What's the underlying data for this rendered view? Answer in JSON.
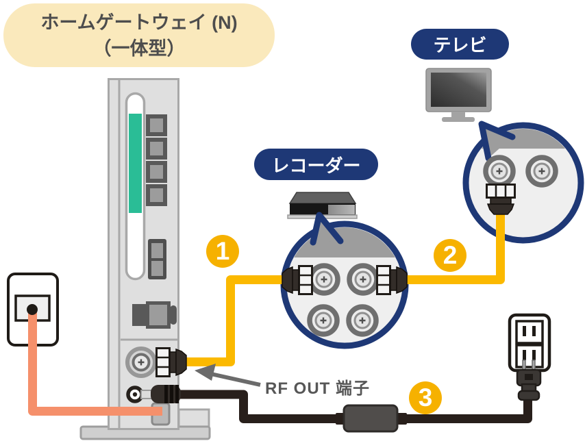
{
  "diagram": {
    "gateway_label": {
      "line1": "ホームゲートウェイ (N)",
      "line2": "（一体型）"
    },
    "tv_label": "テレビ",
    "recorder_label": "レコーダー",
    "rf_out_label": "RF OUT 端子",
    "step_badges": [
      {
        "n": "1"
      },
      {
        "n": "2"
      },
      {
        "n": "3"
      }
    ]
  },
  "palette": {
    "label_bubble_bg": "#FAE9BC",
    "label_pill_bg": "#1E3876",
    "callout_border": "#1E3876",
    "callout_fill": "#EFEFEF",
    "callout_band": "#9D9D9D",
    "coax_cable_yellow": "#FBB900",
    "step_badge_yellow": "#F6B100",
    "optical_cable_orange": "#F5906B",
    "power_cable_black": "#281F1B",
    "gateway_body": "#DFDFDF",
    "gateway_accent_teal": "#2ABD96",
    "text_gray": "#4D4D4D"
  }
}
